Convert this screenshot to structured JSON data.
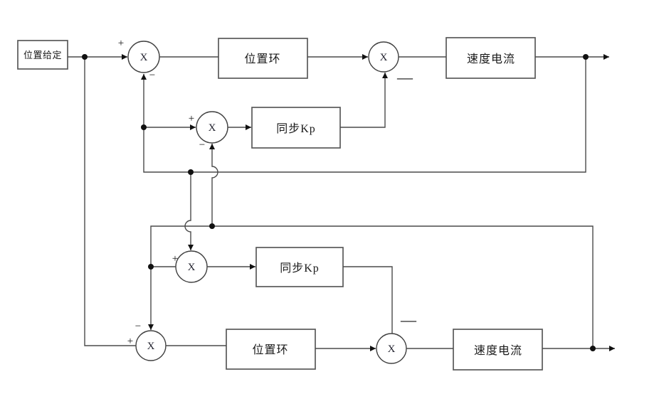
{
  "diagram": {
    "source": {
      "label": "位置给定"
    },
    "blocks": {
      "top_position_loop": "位置环",
      "top_sync_kp": "同步Kp",
      "top_speed_current": "速度电流",
      "bottom_sync_kp": "同步Kp",
      "bottom_position_loop": "位置环",
      "bottom_speed_current": "速度电流"
    },
    "junction_symbol": "X",
    "signs": {
      "plus": "+",
      "minus": "−",
      "minus_wide": "—"
    }
  }
}
